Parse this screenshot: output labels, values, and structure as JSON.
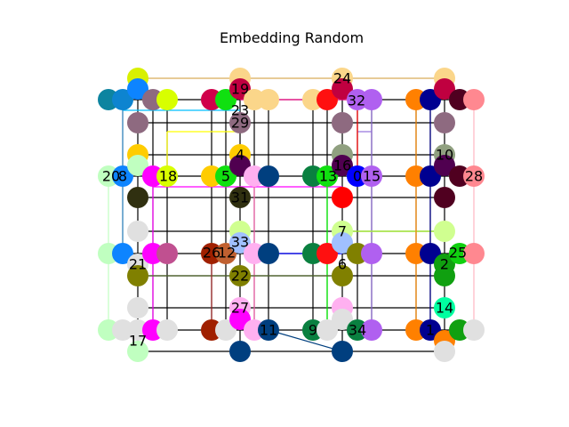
{
  "title": "Embedding Random",
  "chart_data": {
    "type": "graph",
    "layout": "random embedding",
    "node_labels": [
      "0",
      "1",
      "2",
      "4",
      "5",
      "6",
      "7",
      "8",
      "9",
      "10",
      "11",
      "12",
      "13",
      "14",
      "15",
      "16",
      "17",
      "18",
      "19",
      "20",
      "21",
      "22",
      "23",
      "24",
      "25",
      "26",
      "27",
      "28",
      "29",
      "31",
      "32",
      "33",
      "34"
    ]
  }
}
